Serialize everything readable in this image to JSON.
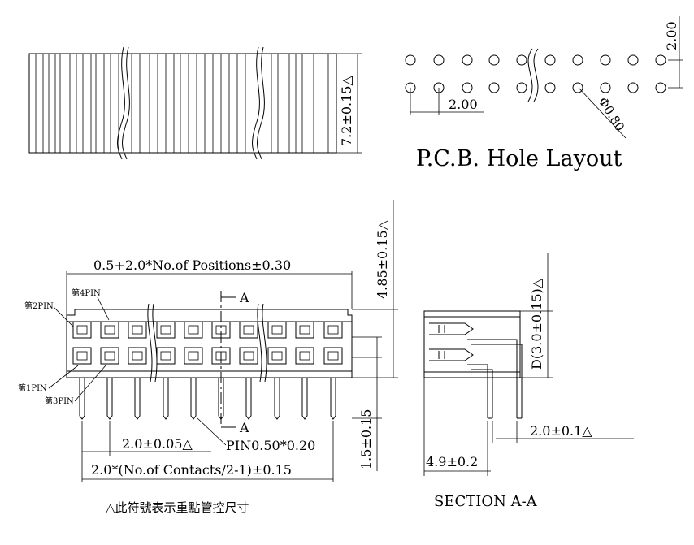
{
  "top_view": {
    "height_dim": "7.2±0.15△"
  },
  "pcb_layout": {
    "title": "P.C.B. Hole Layout",
    "pitch_h": "2.00",
    "pitch_v": "2.00",
    "hole_dia": "Φ0.80"
  },
  "front_view": {
    "total_length": "0.5+2.0*No.of Positions±0.30",
    "height": "4.85±0.15△",
    "pin_pitch": "2.0±0.05△",
    "pin_size": "PIN0.50*0.20",
    "span": "2.0*(No.of Contacts/2-1)±0.15",
    "tail_length": "1.5±0.15",
    "section_mark_top": "A",
    "section_mark_bottom": "A",
    "pin_labels": {
      "pin2": "第2PIN",
      "pin4": "第4PIN",
      "pin1": "第1PIN",
      "pin3": "第3PIN"
    }
  },
  "section_view": {
    "title": "SECTION A-A",
    "depth": "D(3.0±0.15)△",
    "row_spacing": "2.0±0.1△",
    "width": "4.9±0.2"
  },
  "note": "△此符號表示重點管控尺寸"
}
